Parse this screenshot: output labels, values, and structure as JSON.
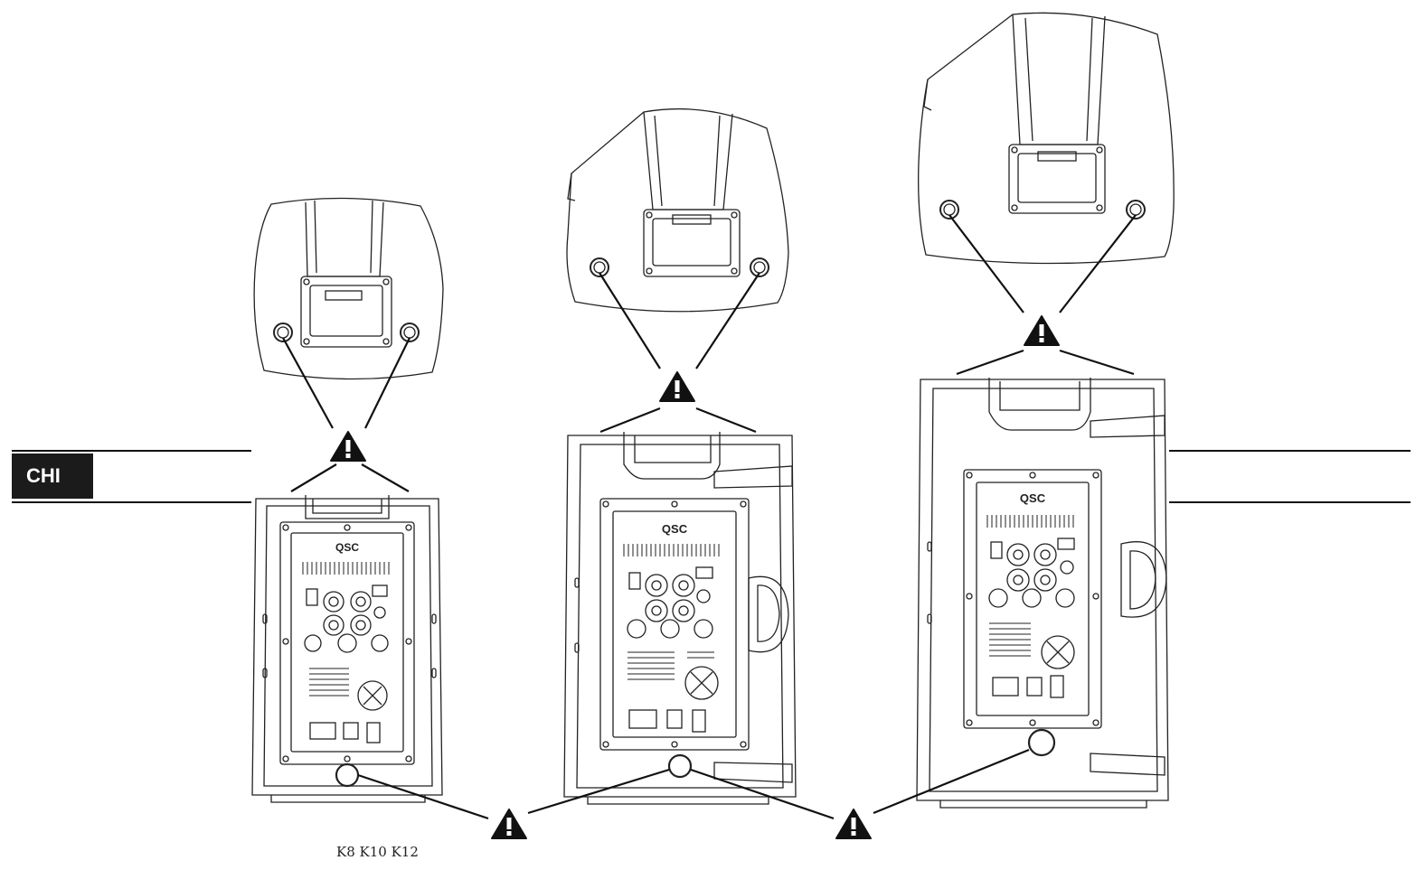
{
  "side_tab": {
    "label": "CHI"
  },
  "caption": {
    "text": "K8 K10 K12"
  },
  "logo_text": "QSC",
  "warning_mark": "!",
  "colors": {
    "line": "#222222",
    "tab_bg": "#1b1b1b",
    "tab_text": "#ffffff",
    "background": "#ffffff"
  },
  "icons": {
    "warning": "warning-triangle-icon"
  }
}
